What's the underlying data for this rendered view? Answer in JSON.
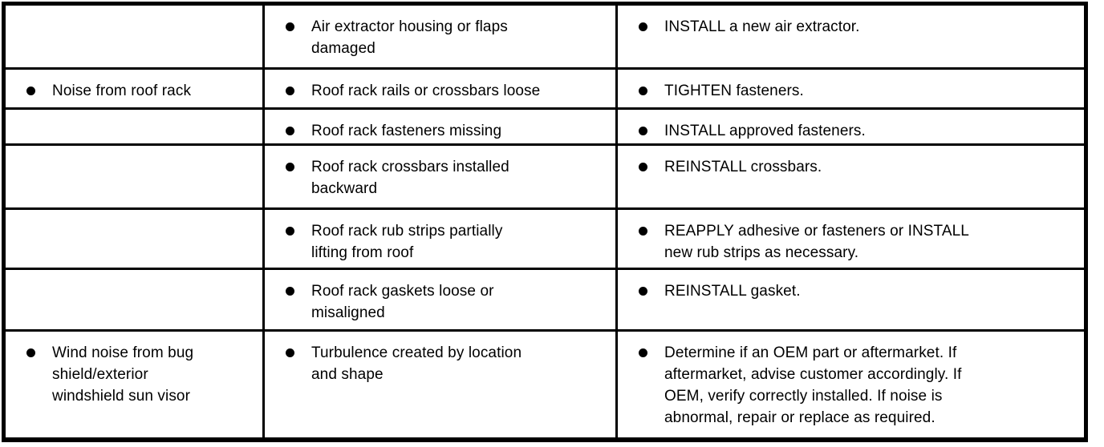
{
  "colors": {
    "background": "#ffffff",
    "text": "#000000",
    "border": "#000000"
  },
  "icons": {
    "bullet": "●"
  },
  "table": {
    "description": "diagnostic condition / possible source / action table (continuation, no visible headers)",
    "rows": [
      {
        "condition": "",
        "source": "Air extractor housing or flaps\ndamaged",
        "action": "INSTALL a new air extractor."
      },
      {
        "condition": "Noise from roof rack",
        "source": "Roof rack rails or crossbars loose",
        "action": "TIGHTEN fasteners."
      },
      {
        "condition": "",
        "source": "Roof rack fasteners missing",
        "action": "INSTALL approved fasteners."
      },
      {
        "condition": "",
        "source": "Roof rack crossbars installed\nbackward",
        "action": "REINSTALL crossbars."
      },
      {
        "condition": "",
        "source": "Roof rack rub strips partially\nlifting from roof",
        "action": "REAPPLY adhesive or fasteners or INSTALL\nnew rub strips as necessary."
      },
      {
        "condition": "",
        "source": "Roof rack gaskets loose or\nmisaligned",
        "action": "REINSTALL gasket."
      },
      {
        "condition": "Wind noise from bug\nshield/exterior\nwindshield sun visor",
        "source": "Turbulence created by location\nand shape",
        "action": "Determine if an OEM part or aftermarket. If\naftermarket, advise customer accordingly. If\nOEM, verify correctly installed. If noise is\nabnormal, repair or replace as required."
      }
    ]
  }
}
